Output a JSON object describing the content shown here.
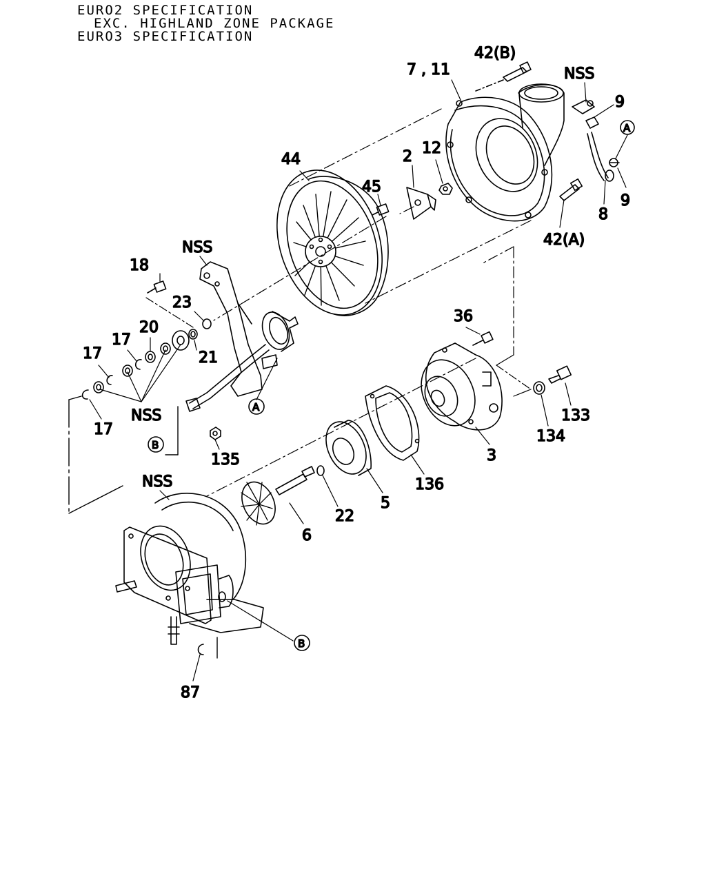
{
  "header": {
    "line1": "EURO2 SPECIFICATION",
    "line2": "EXC. HIGHLAND ZONE PACKAGE",
    "line3": "EURO3 SPECIFICATION"
  },
  "callouts": {
    "c42b": "42(B)",
    "c7_11": "7 , 11",
    "nss_top": "NSS",
    "c9a": "9",
    "ref_a_right": "A",
    "c9b": "9",
    "c8": "8",
    "c42a": "42(A)",
    "c44": "44",
    "c2": "2",
    "c12": "12",
    "c45": "45",
    "nss_bracket": "NSS",
    "c18": "18",
    "c23": "23",
    "c20": "20",
    "c21": "21",
    "c17a": "17",
    "c17b": "17",
    "c17c": "17",
    "nss_washers": "NSS",
    "ref_a_mid": "A",
    "ref_b_left": "B",
    "c135": "135",
    "c36": "36",
    "c133": "133",
    "c134": "134",
    "c3": "3",
    "c136": "136",
    "c5": "5",
    "c22": "22",
    "c6": "6",
    "nss_turbine": "NSS",
    "ref_b_bottom": "B",
    "c87": "87"
  }
}
